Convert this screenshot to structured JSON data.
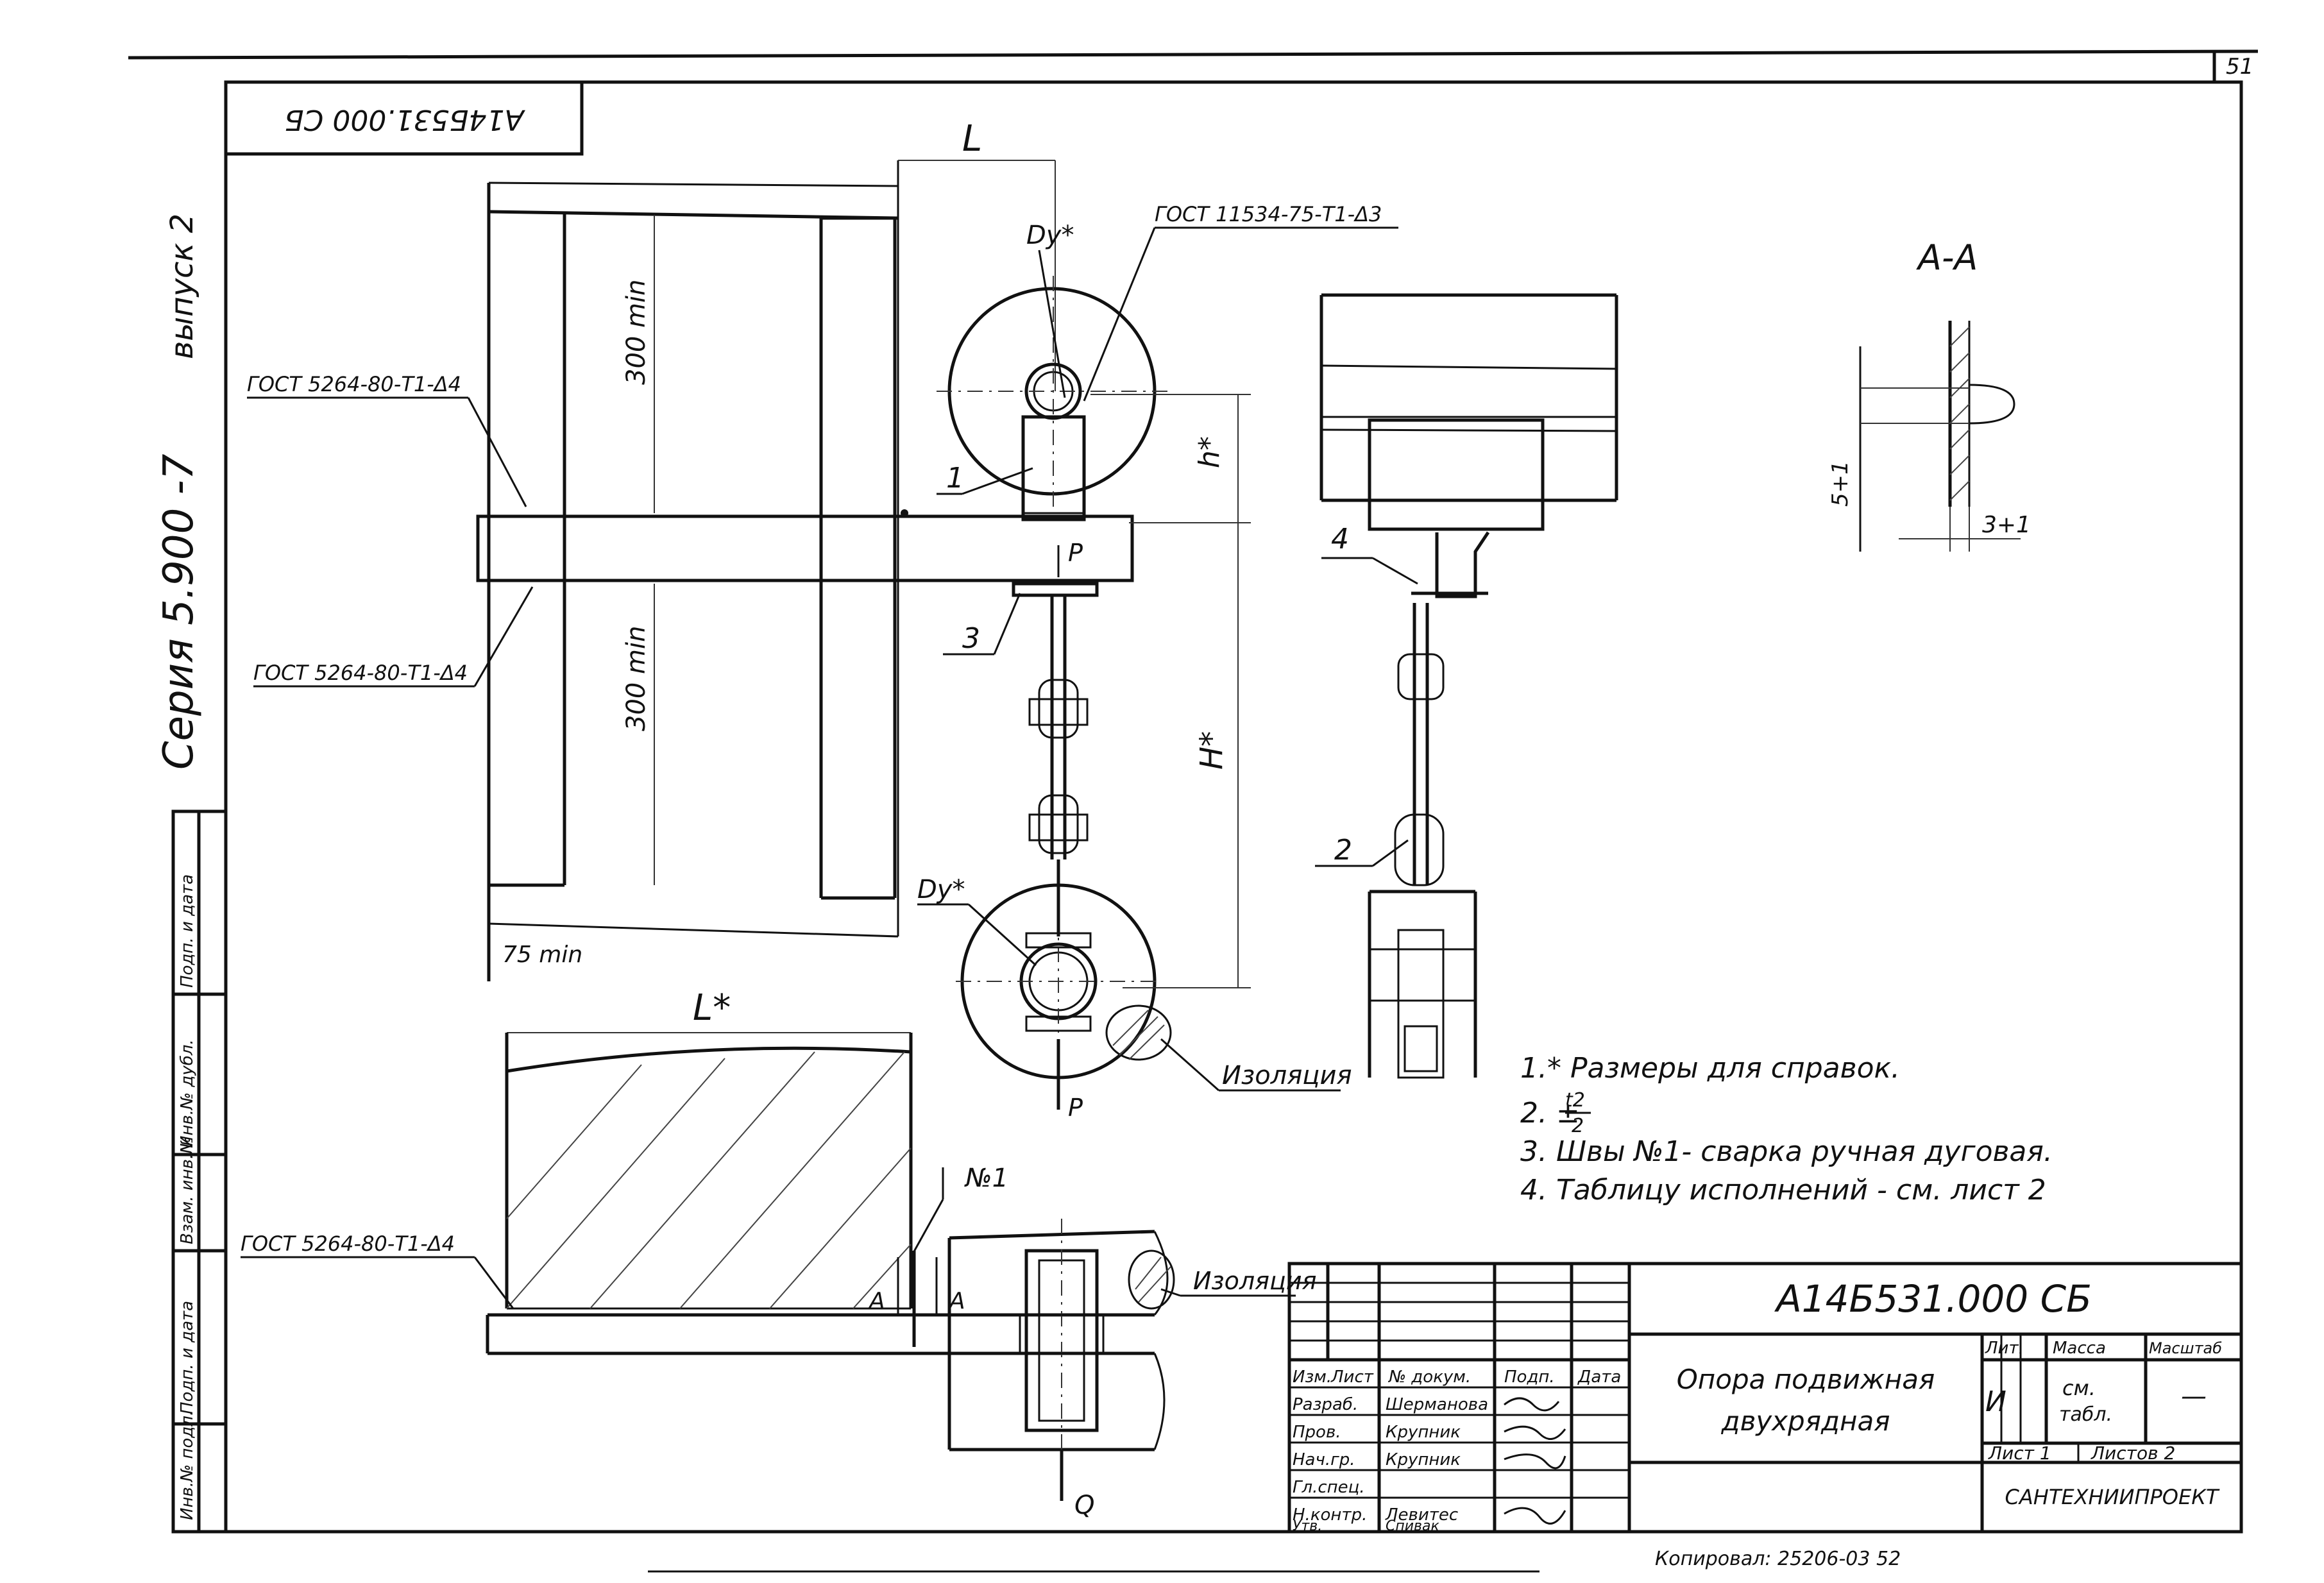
{
  "sheet_number": "51",
  "drawing_code_rotated": "А14Б531.000 СБ",
  "series_label": "Серия 5.900 -7",
  "issue_label": "выпуск 2",
  "side_stamp": {
    "cells": [
      "Инв.№ подл.",
      "Подп. и дата",
      "Взам. инв.№",
      "Инв.№ дубл.",
      "Подп. и дата"
    ]
  },
  "front_view": {
    "dim_L": "L",
    "weld_gost_top": "ГОСТ 11534-75-Т1-Δ3",
    "weld_gost_left_top": "ГОСТ 5264-80-Т1-Δ4",
    "weld_gost_left_bottom": "ГОСТ 5264-80-Т1-Δ4",
    "dim_300_top": "300 min",
    "dim_300_bottom": "300 min",
    "dim_75": "75 min",
    "dim_h": "h*",
    "dim_H": "H*",
    "dy_top": "Dy*",
    "dy_bottom": "Dy*",
    "load_P_top": "P",
    "load_P_bottom": "P",
    "pos_1": "1",
    "pos_3": "3"
  },
  "side_view": {
    "pos_4": "4",
    "pos_2": "2"
  },
  "section_AA": {
    "title": "А-А",
    "dim_5": "5+1",
    "dim_3": "3+1"
  },
  "plan_view": {
    "dim_L": "L*",
    "weld_gost": "ГОСТ 5264-80-Т1-Δ4",
    "weld_no": "№1",
    "section_mark_left": "А",
    "section_mark_right": "А",
    "load_Q": "Q",
    "insulation_label": "Изоляция"
  },
  "insulation_label_top": "Изоляция",
  "notes": [
    "1.* Размеры для справок.",
    "2. ±",
    "3. Швы №1- сварка ручная дуговая.",
    "4. Таблицу исполнений - см. лист 2"
  ],
  "note2_fraction_num": "t2",
  "note2_fraction_den": "2",
  "title_block": {
    "drawing_code": "А14Б531.000 СБ",
    "name_line1": "Опора подвижная",
    "name_line2": "двухрядная",
    "lit_header": "Лит.",
    "mass_header": "Масса",
    "scale_header": "Масштаб",
    "lit_value": "И",
    "mass_value_1": "см.",
    "mass_value_2": "табл.",
    "scale_value": "—",
    "sheet_label": "Лист 1",
    "sheets_label": "Листов 2",
    "organization": "САНТЕХНИИПРОЕКТ",
    "head_row": [
      "Изм.",
      "Лист",
      "№ докум.",
      "Подп.",
      "Дата"
    ],
    "roles": [
      {
        "role": "Разраб.",
        "name": "Шерманова"
      },
      {
        "role": "Пров.",
        "name": "Крупник"
      },
      {
        "role": "Нач.гр.",
        "name": "Крупник"
      },
      {
        "role": "Гл.спец.",
        "name": ""
      },
      {
        "role": "Н.контр.",
        "name": "Левитес"
      },
      {
        "role": "Утв.",
        "name": "Спивак"
      }
    ]
  },
  "copy_note": "Копировал: 25206-03  52  "
}
